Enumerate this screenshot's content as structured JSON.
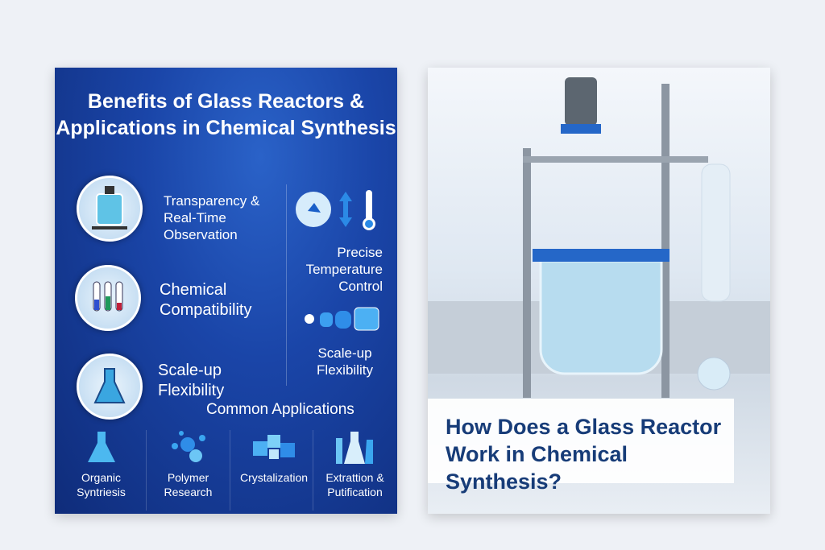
{
  "left_poster": {
    "title": "Benefits of Glass Reactors & Applications in Chemical Synthesis",
    "benefits": [
      {
        "label": "Transparency & Real-Time Observation",
        "icon": "reactor-icon"
      },
      {
        "label": "Chemical Compatibility",
        "icon": "test-tubes-icon"
      },
      {
        "label": "Scale-up Flexibility",
        "icon": "flask-icon"
      },
      {
        "label": "Precise Temperature Control",
        "icon": "thermometer-icon"
      },
      {
        "label": "Scale-up Flexibility",
        "icon": "scale-up-icon"
      }
    ],
    "applications_heading": "Common Applications",
    "applications": [
      {
        "label": "Organic Syntriesis",
        "icon": "flask-icon"
      },
      {
        "label": "Polymer Research",
        "icon": "molecule-icon"
      },
      {
        "label": "Crystalization",
        "icon": "crystal-icon"
      },
      {
        "label": "Extrattion & Putification",
        "icon": "glassware-icon"
      }
    ]
  },
  "right_poster": {
    "title": "How Does a Glass Reactor Work in Chemical Synthesis?"
  }
}
